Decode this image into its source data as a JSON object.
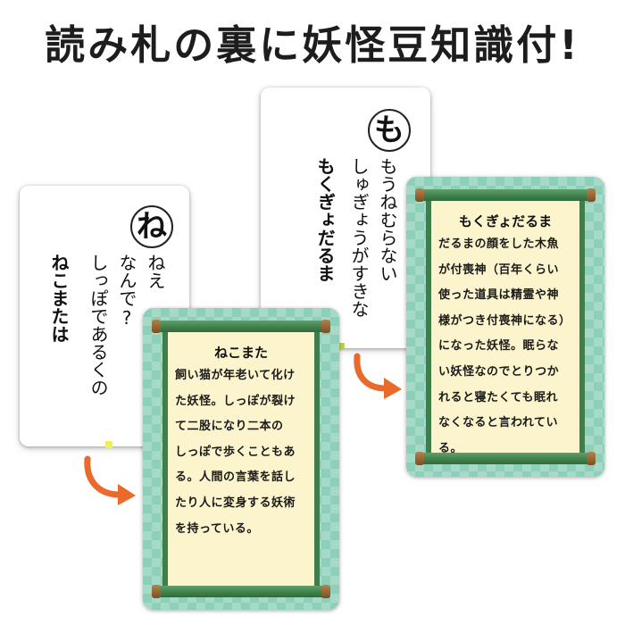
{
  "headline": "読み札の裏に妖怪豆知識付!",
  "cards": {
    "neko_front": {
      "kana": "ね",
      "columns": [
        "ねえ",
        "なんで?",
        "しっぽであるくの"
      ],
      "keyword": "ねこまたは"
    },
    "moku_front": {
      "kana": "も",
      "columns": [
        "もうねむらない",
        "しゅぎょうがすきな"
      ],
      "keyword": "もくぎょだるま"
    },
    "neko_back": {
      "title": "ねこまた",
      "lines": [
        "飼い猫が年老いて化け",
        "た妖怪。しっぽが裂け",
        "て二股になり二本の",
        "しっぽで歩くこともあ",
        "る。人間の言葉を話し",
        "たり人に変身する妖術",
        "を持っている。"
      ]
    },
    "moku_back": {
      "title": "もくぎょだるま",
      "lines": [
        "だるまの顔をした木魚",
        "が付喪神（百年くらい",
        "使った道具は精霊や神",
        "様がつき付喪神になる）",
        "になった妖怪。眠らな",
        "い妖怪なのでとりつか",
        "れると寝たくても眠れ",
        "なくなると言われてい",
        "る。"
      ]
    }
  },
  "colors": {
    "arrow": "#ea6a2c",
    "card_back": "#8dcfb9",
    "scroll_paper": "#fbf4cd",
    "scroll_rod": "#3f7e4b"
  }
}
